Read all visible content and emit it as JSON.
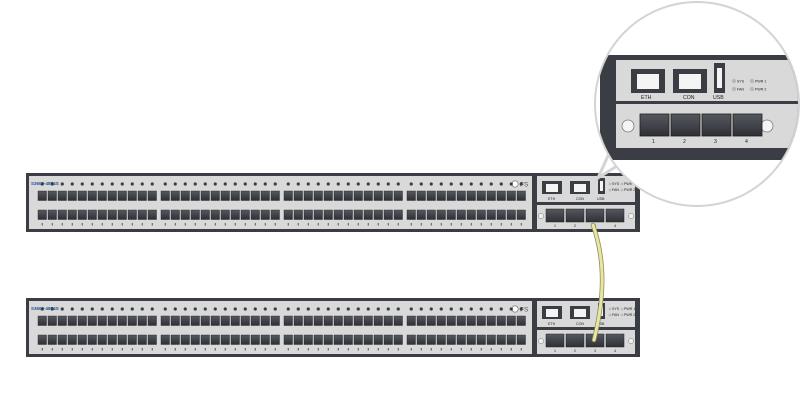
{
  "switches": [
    {
      "model": "S3600-48T4S",
      "brand": "FS"
    },
    {
      "model": "S3600-48T4S",
      "brand": "FS"
    }
  ],
  "mgmt_labels": {
    "eth": "ETH",
    "con": "CON",
    "usb": "USB"
  },
  "led_labels": {
    "sys": "SYS",
    "fan": "FAN",
    "pwr1": "PWR 1",
    "pwr2": "PWR 2"
  },
  "sfp_labels": [
    "1",
    "2",
    "3",
    "4"
  ],
  "zoom": {
    "eth": "ETH",
    "con": "CON",
    "usb": "USB",
    "sys": "SYS",
    "fan": "FAN",
    "pwr1": "PWR 1",
    "pwr2": "PWR 2",
    "ports": [
      "1",
      "2",
      "3",
      "4"
    ]
  },
  "colors": {
    "chassis": "#3a3d44",
    "port_panel": "#d9d9d9",
    "port": "#3e4148",
    "cable": "#e8e6a0",
    "model_text": "#1f4f9a"
  }
}
